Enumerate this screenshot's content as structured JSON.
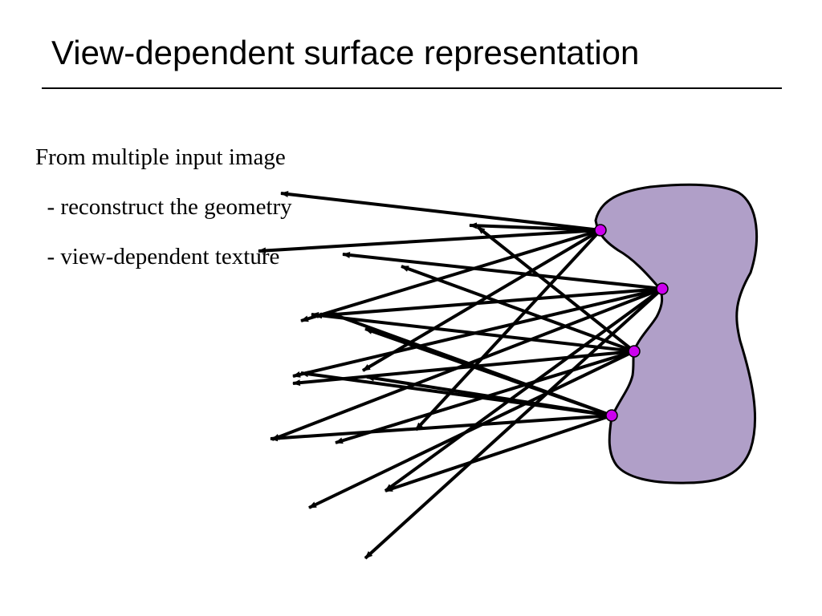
{
  "slide": {
    "title": "View-dependent surface representation"
  },
  "body": {
    "lines": [
      "From multiple input image",
      "  - reconstruct the geometry",
      "  - view-dependent texture"
    ]
  },
  "colors": {
    "shape_fill": "#b09fc8",
    "shape_stroke": "#000000",
    "surface_point": "#cc00ee",
    "ray": "#000000"
  },
  "diagram": {
    "surface_points": 4,
    "rays_per_point": 6
  }
}
